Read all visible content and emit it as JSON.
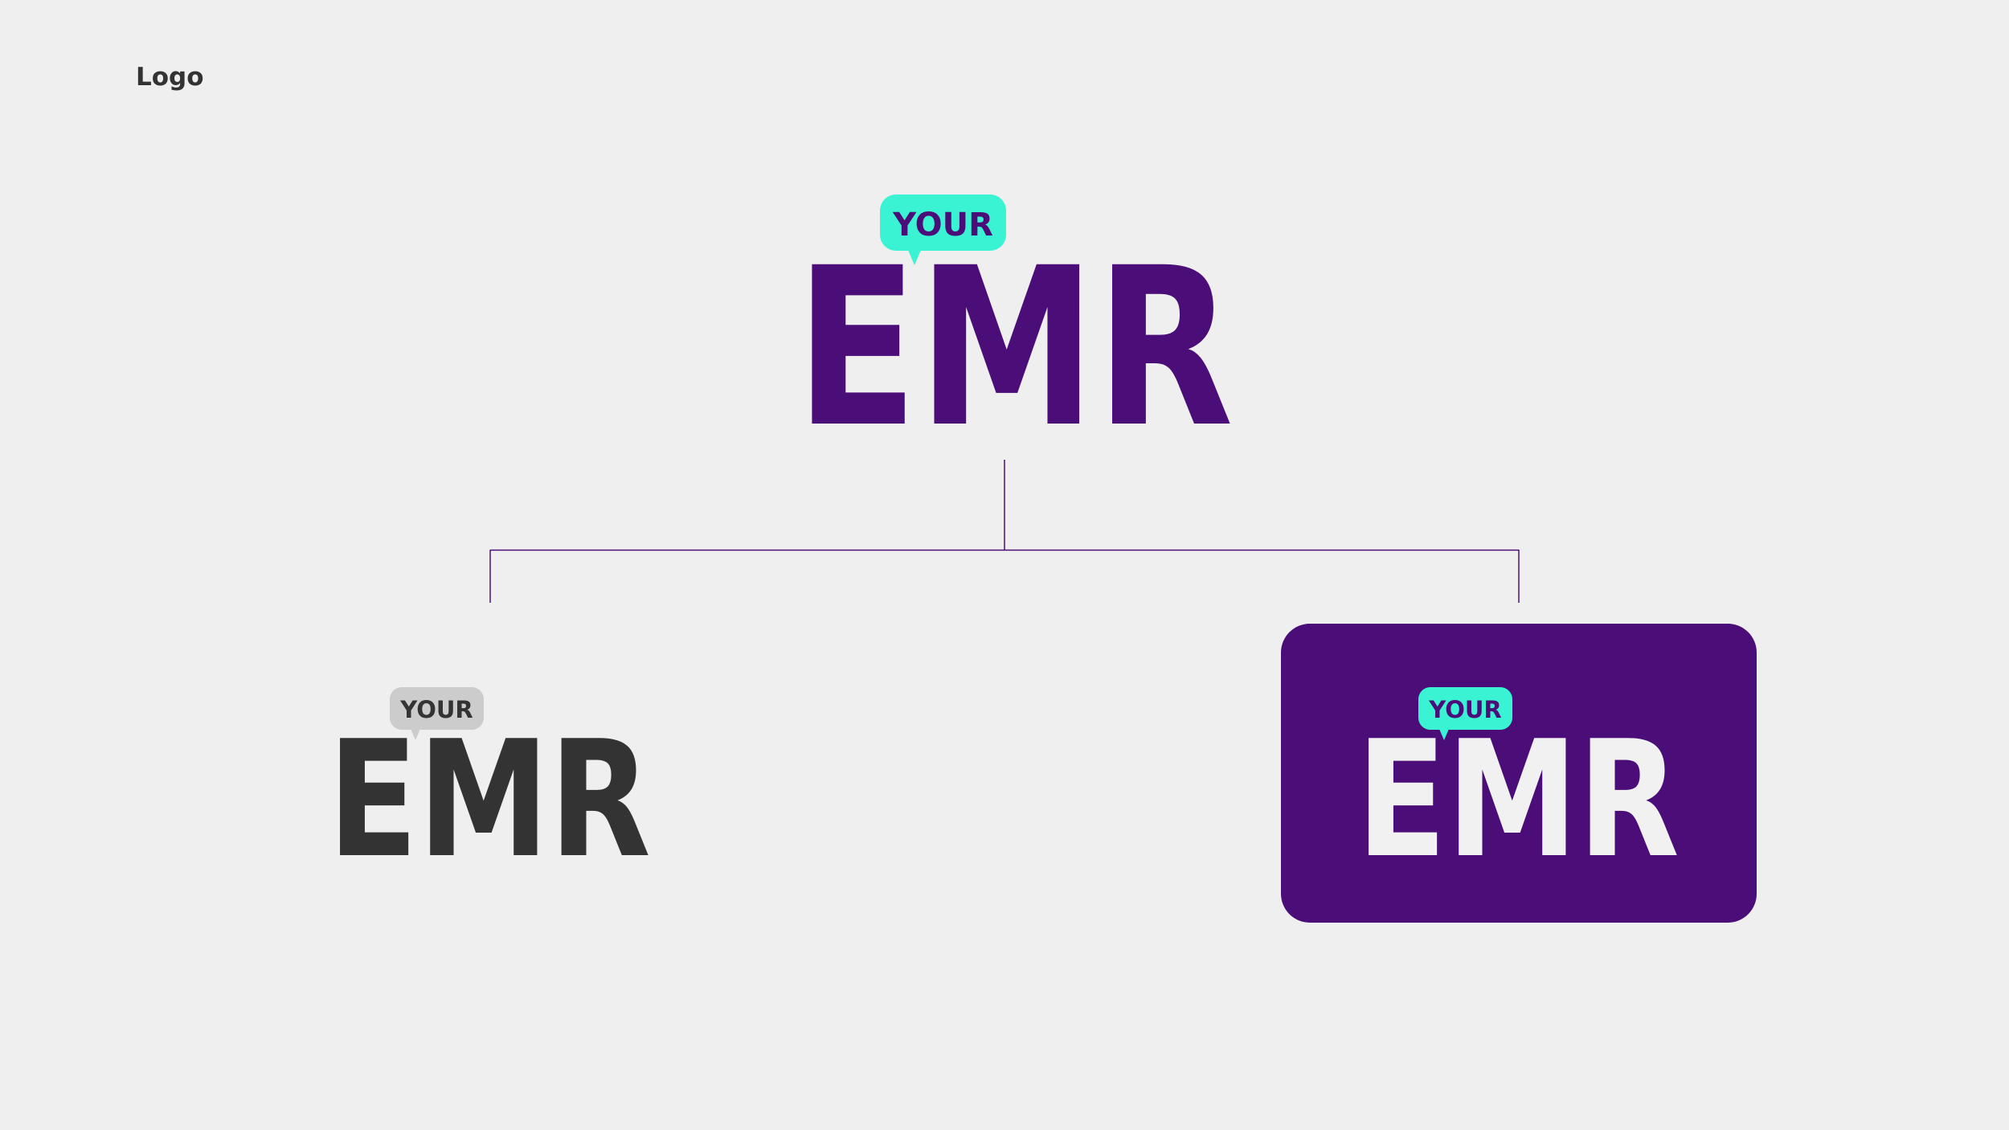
{
  "page": {
    "title": "Logo"
  },
  "colors": {
    "background": "#efefef",
    "brand_purple": "#4b0d78",
    "bubble_mint": "#39f3d2",
    "mono_dark": "#333333",
    "mono_bubble": "#cccccc",
    "reversed_white": "#f1f1f1"
  },
  "logos": {
    "primary": {
      "tag": "YOUR",
      "wordmark": "EMR"
    },
    "monochrome": {
      "tag": "YOUR",
      "wordmark": "EMR"
    },
    "reversed": {
      "tag": "YOUR",
      "wordmark": "EMR"
    }
  }
}
